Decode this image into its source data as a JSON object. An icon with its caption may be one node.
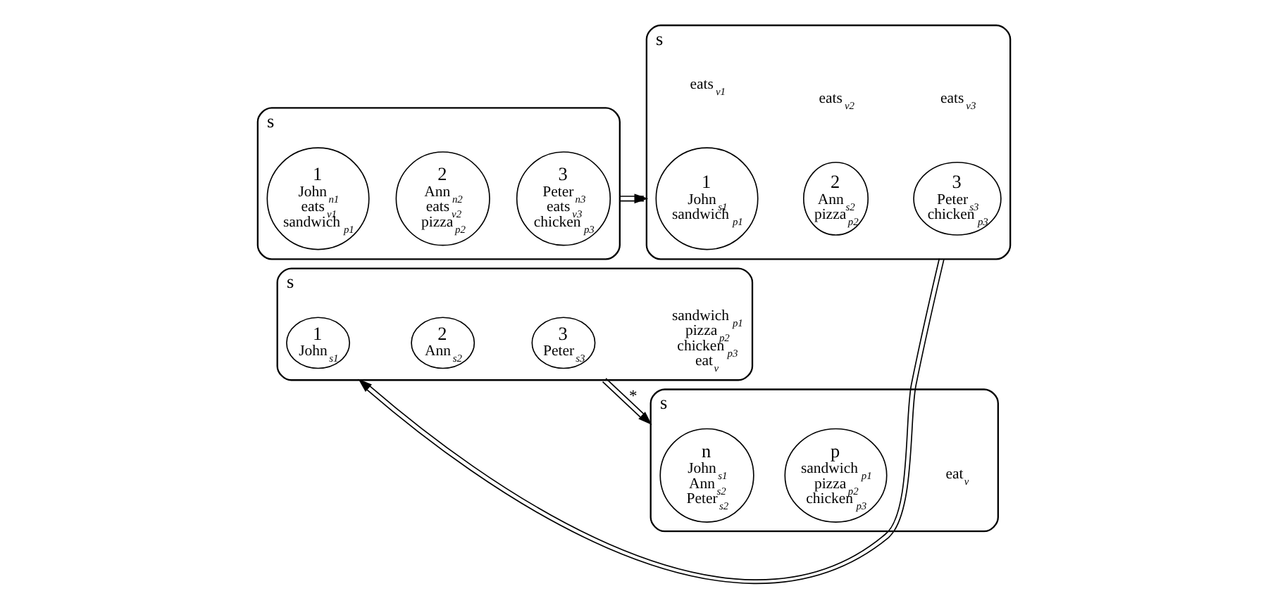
{
  "diagram": {
    "nodes": [
      {
        "text": [
          "s"
        ]
      },
      {
        "text": [
          "1",
          "John$_{n1}$ eats$_{v1}$ sandwich$_{p1}$"
        ],
        "in": 0
      },
      {
        "text": [
          "2",
          "Ann$_{n2}$ eats$_{v2}$ pizza$_{p2}$"
        ],
        "in": 0
      },
      {
        "text": [
          "3",
          "Peter$_{n3}$ eats$_{v3}$ chicken$_{p3}$"
        ],
        "in": 0
      },
      {
        "text": [
          "s"
        ]
      },
      {
        "text": [
          "1",
          "John$_{s1}$ sandwich$_{p1}$"
        ],
        "in": 4
      },
      {
        "text": [
          "2",
          "Ann$_{s2}$ pizza$_{p2}$"
        ],
        "in": 4
      },
      {
        "text": [
          "3",
          "Peter$_{s3}$ chicken$_{p3}$"
        ],
        "in": 4
      },
      {
        "text": [
          "s"
        ]
      },
      {
        "text": [
          "1",
          "John$_{s1}$"
        ],
        "in": 8
      },
      {
        "text": [
          "2",
          "Ann$_{s2}$"
        ],
        "in": 8
      },
      {
        "text": [
          "3",
          "Peter$_{s3}$"
        ],
        "in": 8
      },
      {
        "text": [
          "s"
        ]
      },
      {
        "text": [
          "n",
          "John$_{s1}$ Ann$_{s2}$ Peter$_{s2}$"
        ],
        "in": 12
      },
      {
        "text": [
          "p",
          "sandwich$_{p1}$ pizza$_{p2}$ chicken$_{p3}$"
        ],
        "in": 12
      }
    ],
    "edges": [
      {
        "from": 0,
        "to": 4,
        "arrow": "to"
      },
      {
        "from": 4,
        "to": 8,
        "arrow": "to"
      },
      {
        "from": 8,
        "to": 12,
        "arrow": "to",
        "label": "*"
      }
    ],
    "labels": [
      "eats$_{v1}$",
      "eats$_{v2}$",
      "eats$_{v3}$",
      "sandwich$_{p1}$ pizza$_{p2}$ chicken$_{p3}$ eat$_{v}$",
      "eat$_{v}$"
    ]
  }
}
